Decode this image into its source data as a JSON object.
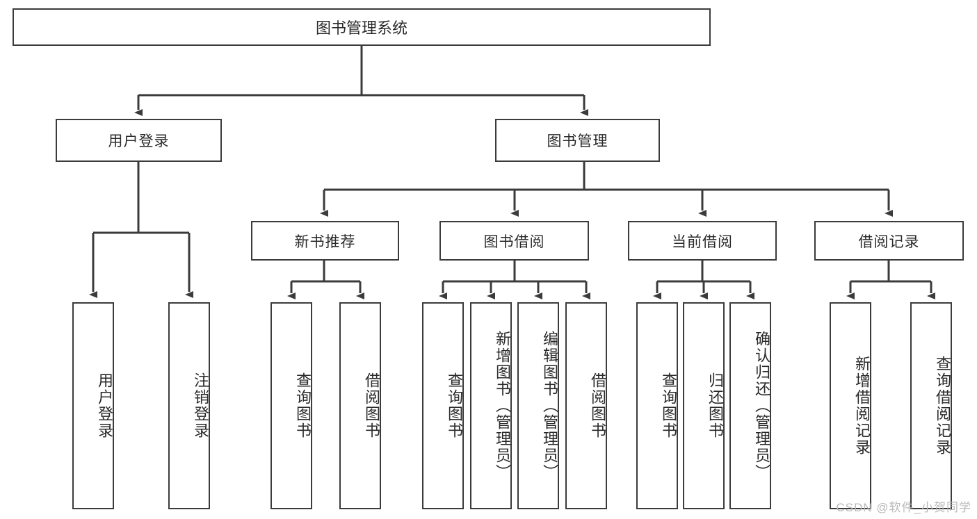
{
  "diagram": {
    "title": "图书管理系统",
    "type": "tree-hierarchy-diagram",
    "root": {
      "label": "图书管理系统"
    },
    "level2": [
      {
        "label": "用户登录"
      },
      {
        "label": "图书管理"
      }
    ],
    "level3": [
      {
        "label": "新书推荐"
      },
      {
        "label": "图书借阅"
      },
      {
        "label": "当前借阅"
      },
      {
        "label": "借阅记录"
      }
    ],
    "leaves": {
      "user_login": [
        {
          "label": "用户登录"
        },
        {
          "label": "注销登录"
        }
      ],
      "new_book_recommend": [
        {
          "label": "查询图书"
        },
        {
          "label": "借阅图书"
        }
      ],
      "book_borrow": [
        {
          "label": "查询图书"
        },
        {
          "label": "新增图书（管理员）"
        },
        {
          "label": "编辑图书（管理员）"
        },
        {
          "label": "借阅图书"
        }
      ],
      "current_borrow": [
        {
          "label": "查询图书"
        },
        {
          "label": "归还图书"
        },
        {
          "label": "确认归还（管理员）"
        }
      ],
      "borrow_record": [
        {
          "label": "新增借阅记录"
        },
        {
          "label": "查询借阅记录"
        }
      ]
    }
  },
  "watermark": {
    "text": "CSDN @软件_小贺同学"
  },
  "colors": {
    "stroke": "#3b3b3b",
    "text": "#2a2a2a",
    "background": "#ffffff",
    "watermark": "#b9b9b9"
  }
}
